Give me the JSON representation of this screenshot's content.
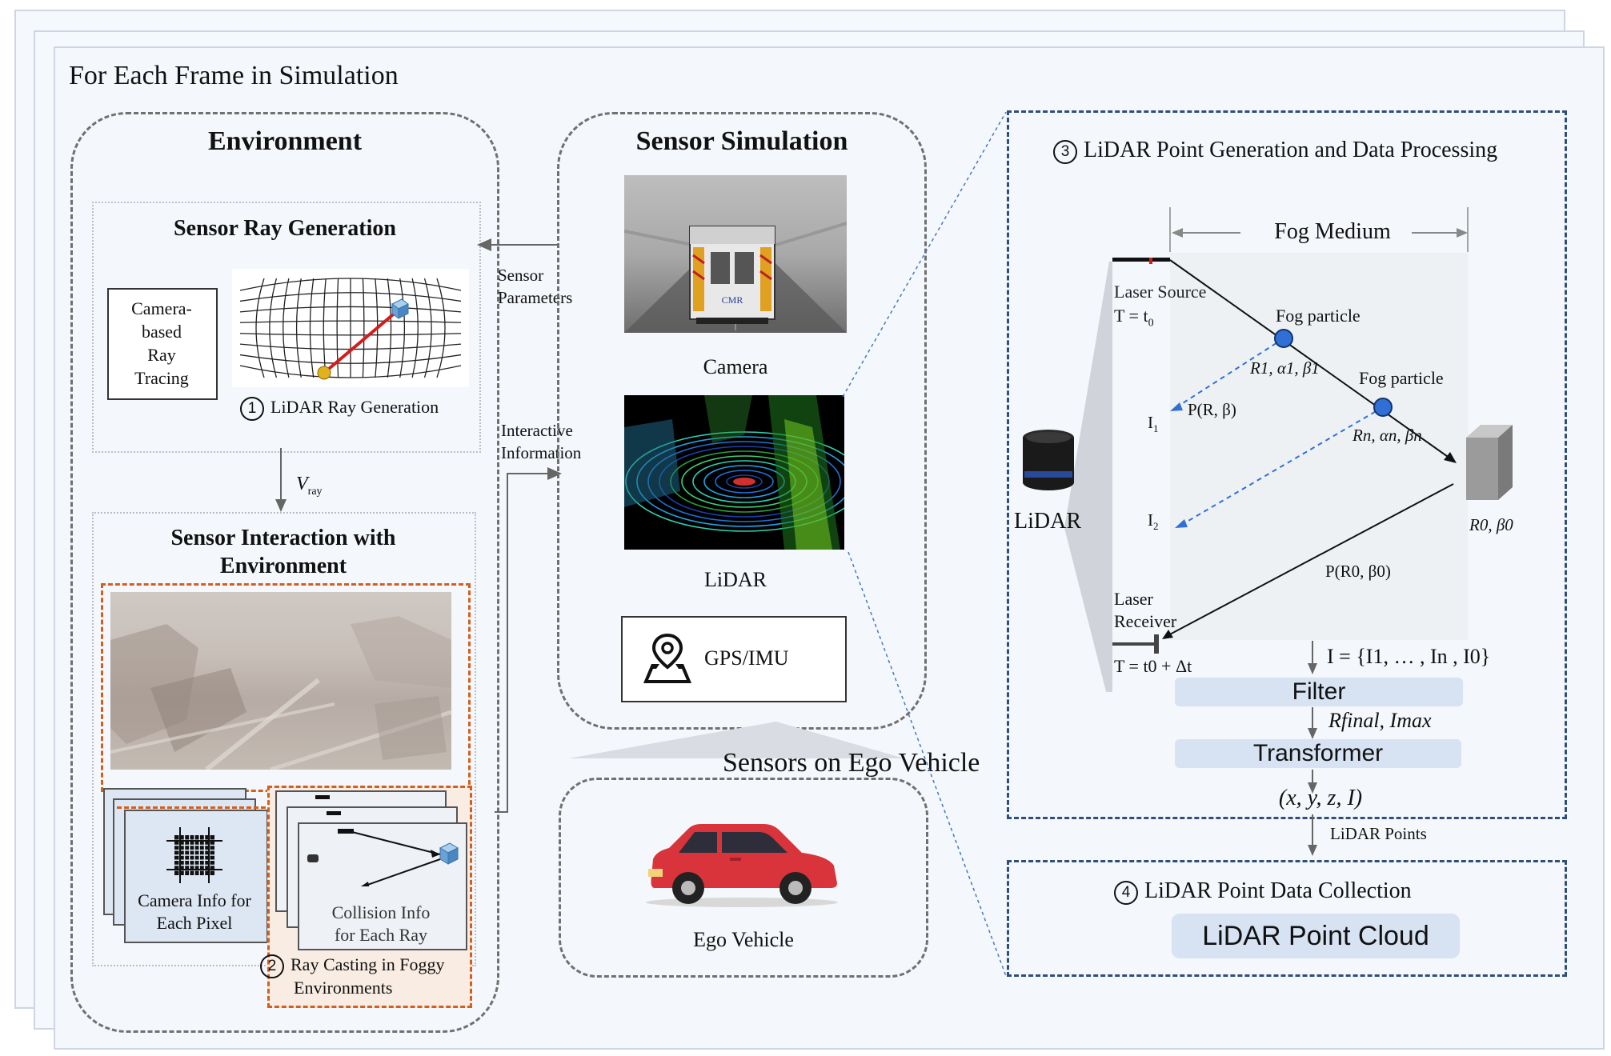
{
  "frame_title": "For Each Frame in Simulation",
  "environment": {
    "title": "Environment",
    "ray_generation": {
      "title": "Sensor Ray Generation",
      "camera_box": "Camera-\nbased\nRay\nTracing",
      "step1_num": "1",
      "step1_label": "LiDAR Ray Generation"
    },
    "v_ray_symbol": "V",
    "v_ray_sub": "ray",
    "interaction": {
      "title_line1": "Sensor Interaction with",
      "title_line2": "Environment",
      "camera_info_line1": "Camera Info for",
      "camera_info_line2": "Each Pixel",
      "collision_line1": "Collision Info",
      "collision_line2": "for Each Ray",
      "step2_num": "2",
      "step2_line1": "Ray Casting in Foggy",
      "step2_line2": "Environments"
    }
  },
  "arrows": {
    "sensor_params_line1": "Sensor",
    "sensor_params_line2": "Parameters",
    "interactive_line1": "Interactive",
    "interactive_line2": "Information"
  },
  "sensor_simulation": {
    "title": "Sensor Simulation",
    "camera_label": "Camera",
    "lidar_label": "LiDAR",
    "gps_label": "GPS/IMU",
    "camera_vehicle_text": "CMR"
  },
  "ego": {
    "header": "Sensors on Ego Vehicle",
    "label": "Ego Vehicle"
  },
  "lidar_processing": {
    "step3_num": "3",
    "title": "LiDAR Point Generation  and Data Processing",
    "fog_medium": "Fog Medium",
    "laser_source": "Laser Source",
    "t0": "T = t",
    "t0_sub": "0",
    "fog_particle_1": "Fog particle",
    "fog_particle_2": "Fog particle",
    "r1": "R",
    "r1_rest": "1, α1, β1",
    "rn_rest": "n, αn, βn",
    "p_r_beta": "P(R, β)",
    "i1": "I",
    "i1_sub": "1",
    "i2": "I",
    "i2_sub": "2",
    "lidar": "LiDAR",
    "r0_beta0": "R0, β0",
    "p_r0": "P(R0, β0)",
    "laser_receiver_line1": "Laser",
    "laser_receiver_line2": "Receiver",
    "t_delta": "T = t0 + Δt",
    "set_i": "I = {I1, … , In , I0}",
    "filter": "Filter",
    "r_final": "Rfinal, Imax",
    "transformer": "Transformer",
    "xyzi": "(x, y, z, I)",
    "lidar_points": "LiDAR Points"
  },
  "collection": {
    "step4_num": "4",
    "title": "LiDAR Point Data Collection",
    "cloud": "LiDAR Point Cloud"
  },
  "colors": {
    "navy": "#2f4e78",
    "orange": "#d35f1d",
    "pill": "#d7e2f3",
    "fog_particle": "#2f6fd6",
    "ray_red": "#e8261a",
    "car": "#d9343b"
  }
}
